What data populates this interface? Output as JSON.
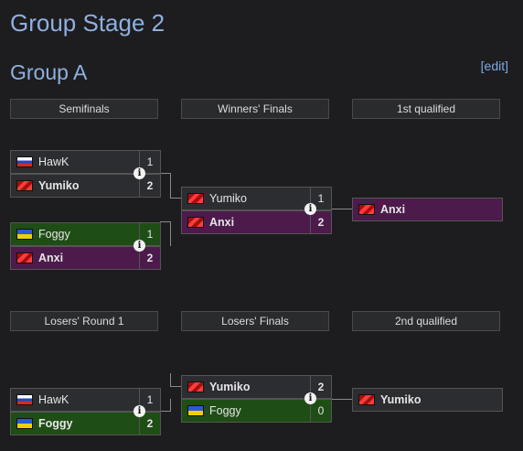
{
  "page": {
    "title": "Group Stage 2"
  },
  "group": {
    "title": "Group A",
    "edit_label": "[edit]"
  },
  "headers": {
    "semifinals": "Semifinals",
    "winners_finals": "Winners' Finals",
    "first_qualified": "1st qualified",
    "losers_round1": "Losers' Round 1",
    "losers_finals": "Losers' Finals",
    "second_qualified": "2nd qualified"
  },
  "info_glyph": "i",
  "matches": {
    "semi1": {
      "p1": {
        "name": "HawK",
        "flag": "flag-ru",
        "score": "1"
      },
      "p2": {
        "name": "Yumiko",
        "flag": "flag-cn",
        "score": "2"
      }
    },
    "semi2": {
      "p1": {
        "name": "Foggy",
        "flag": "flag-ua",
        "score": "1"
      },
      "p2": {
        "name": "Anxi",
        "flag": "flag-cn",
        "score": "2"
      }
    },
    "winners_final": {
      "p1": {
        "name": "Yumiko",
        "flag": "flag-cn",
        "score": "1"
      },
      "p2": {
        "name": "Anxi",
        "flag": "flag-cn",
        "score": "2"
      }
    },
    "first_qualified": {
      "name": "Anxi",
      "flag": "flag-cn"
    },
    "losers_r1": {
      "p1": {
        "name": "HawK",
        "flag": "flag-ru",
        "score": "1"
      },
      "p2": {
        "name": "Foggy",
        "flag": "flag-ua",
        "score": "2"
      }
    },
    "losers_final": {
      "p1": {
        "name": "Yumiko",
        "flag": "flag-cn",
        "score": "2"
      },
      "p2": {
        "name": "Foggy",
        "flag": "flag-ua",
        "score": "0"
      }
    },
    "second_qualified": {
      "name": "Yumiko",
      "flag": "flag-cn"
    }
  },
  "colors": {
    "winner_purple": "#4c1b4c",
    "winner_green": "#1f4d16",
    "heading": "#8fb0e0",
    "link": "#7fa8e0"
  }
}
